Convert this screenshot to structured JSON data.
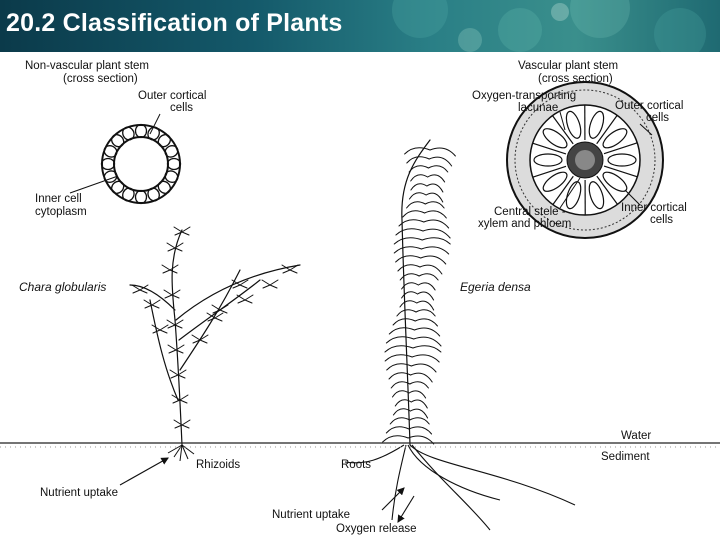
{
  "slide_title": "20.2 Classification of Plants",
  "colors": {
    "banner_dark": "#0b3a4a",
    "banner_light": "#3a8f8c",
    "ink": "#111111"
  },
  "labels": {
    "nonvascular_title_line1": "Non-vascular plant stem",
    "nonvascular_title_line2": "(cross section)",
    "outer_cortical_left_line1": "Outer cortical",
    "outer_cortical_left_line2": "cells",
    "inner_cell_line1": "Inner cell",
    "inner_cell_line2": "cytoplasm",
    "chara": "Chara globularis",
    "rhizoids": "Rhizoids",
    "nutrient_uptake_left": "Nutrient uptake",
    "vascular_title_line1": "Vascular plant stem",
    "vascular_title_line2": "(cross section)",
    "oxygen_lacunae_line1": "Oxygen-transporting",
    "oxygen_lacunae_line2": "lacunae",
    "outer_cortical_right_line1": "Outer cortical",
    "outer_cortical_right_line2": "cells",
    "central_stele_line1": "Central stele -",
    "central_stele_line2": "xylem and phloem",
    "inner_cortical_line1": "Inner cortical",
    "inner_cortical_line2": "cells",
    "egeria": "Egeria densa",
    "water": "Water",
    "sediment": "Sediment",
    "roots": "Roots",
    "nutrient_uptake_right": "Nutrient uptake",
    "oxygen_release": "Oxygen release"
  }
}
